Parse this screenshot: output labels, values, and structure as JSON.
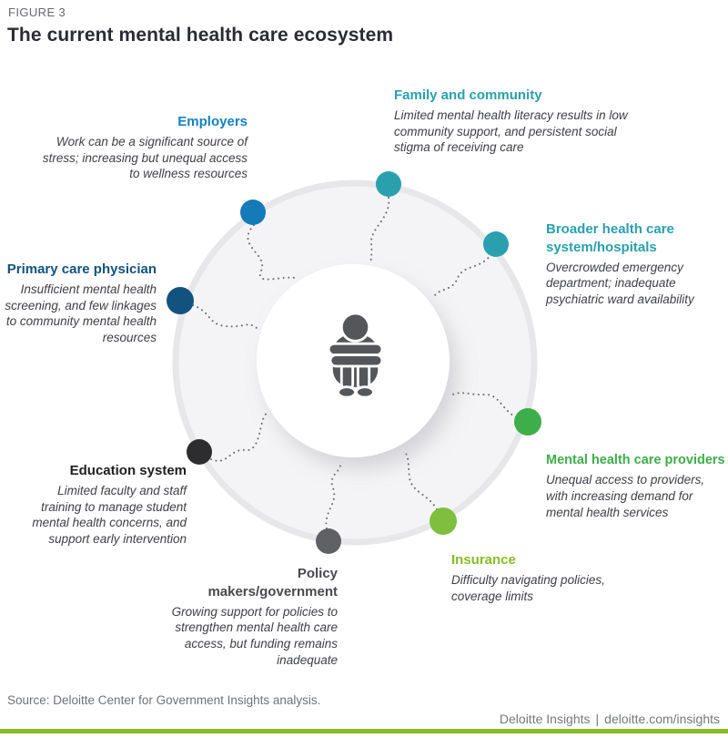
{
  "figure": {
    "eyebrow": "FIGURE 3",
    "title": "The current mental health care ecosystem"
  },
  "center": {
    "icon_name": "hunched-person-icon",
    "icon_color": "#55565a"
  },
  "nodes": [
    {
      "id": "employers",
      "label": "Employers",
      "description": "Work can be a significant source of stress; increasing but unequal access to wellness resources",
      "color": "#147ab8"
    },
    {
      "id": "family-community",
      "label": "Family and community",
      "description": "Limited mental health literacy results in low community support, and persistent social stigma of receiving care",
      "color": "#2aa0af"
    },
    {
      "id": "broader-health-care",
      "label": "Broader health care system/hospitals",
      "description": "Overcrowded emergency department; inadequate psychiatric ward availability",
      "color": "#2aa0af"
    },
    {
      "id": "primary-care-physician",
      "label": "Primary care physician",
      "description": "Insufficient mental health screening, and few linkages to community mental health resources",
      "color": "#12527f"
    },
    {
      "id": "mental-health-providers",
      "label": "Mental health care providers",
      "description": "Unequal access to providers, with increasing demand for mental health services",
      "color": "#3dae49"
    },
    {
      "id": "insurance",
      "label": "Insurance",
      "description": "Difficulty navigating policies, coverage limits",
      "color": "#7fbf3f"
    },
    {
      "id": "policy-makers",
      "label": "Policy makers/government",
      "description": "Growing support for policies to strengthen mental health care access, but funding remains inadequate",
      "color": "#4a4a4e",
      "node_color": "#5f6165"
    },
    {
      "id": "education-system",
      "label": "Education system",
      "description": "Limited faculty and staff training to manage student mental health concerns, and support early intervention",
      "color": "#202023",
      "node_color": "#2d2d30"
    }
  ],
  "source": "Source: Deloitte Center for Government Insights analysis.",
  "footer": {
    "brand": "Deloitte Insights",
    "separator": "|",
    "url": "deloitte.com/insights"
  },
  "colors": {
    "accent_bar": "#86bc25",
    "ring_fill": "#f4f4f6",
    "ring_stroke": "#e7e7ea",
    "connector_dots": "#6f6f74",
    "title_text": "#2b2c33",
    "muted_text": "#6f7276"
  }
}
